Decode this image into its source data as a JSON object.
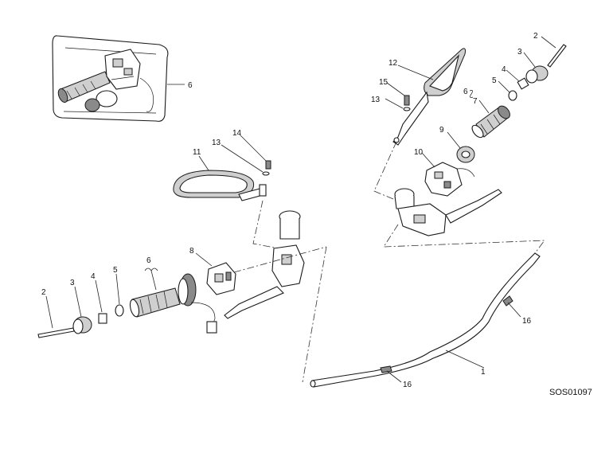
{
  "diagram": {
    "code": "SOS01097",
    "labels": {
      "inset": {
        "c6": "6"
      },
      "right": {
        "c12": "12",
        "c15": "15",
        "c13": "13",
        "c2": "2",
        "c3": "3",
        "c4": "4",
        "c5": "5",
        "c6": "6",
        "c7": "7",
        "c9": "9",
        "c10": "10"
      },
      "mirror": {
        "c14": "14",
        "c13": "13",
        "c11": "11"
      },
      "left": {
        "c2": "2",
        "c3": "3",
        "c4": "4",
        "c5": "5",
        "c6": "6",
        "c8": "8"
      },
      "bar": {
        "c1": "1",
        "c16a": "16",
        "c16b": "16"
      }
    }
  }
}
